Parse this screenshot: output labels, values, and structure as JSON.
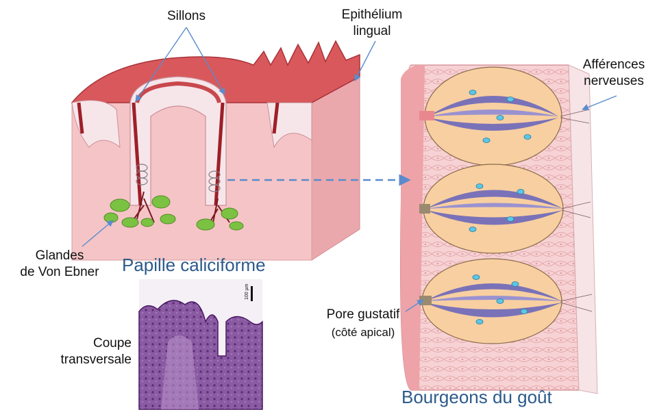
{
  "labels": {
    "sillons": "Sillons",
    "epithelium_line1": "Epithélium",
    "epithelium_line2": "lingual",
    "afferences_line1": "Afférences",
    "afferences_line2": "nerveuses",
    "glandes_line1": "Glandes",
    "glandes_line2": "de Von Ebner",
    "coupe_line1": "Coupe",
    "coupe_line2": "transversale",
    "pore_line1": "Pore gustatif",
    "pore_line2": "(côté apical)",
    "scale_bar": "100 µm"
  },
  "titles": {
    "papille": "Papille caliciforme",
    "bourgeons": "Bourgeons du goût"
  },
  "colors": {
    "tissue": "#f5c4c6",
    "tissue_dark": "#e89ba0",
    "papilla_red": "#c8484c",
    "papilla_deep": "#9e1f28",
    "membrane": "#f4e6ea",
    "gland": "#7cc242",
    "cell_orange": "#f8cfa0",
    "cell_purple": "#7a72b8",
    "nucleus": "#5cc6e6",
    "histo": "#6a3a82",
    "title_blue": "#2c5a8a",
    "arrow": "#5a8ccc"
  }
}
